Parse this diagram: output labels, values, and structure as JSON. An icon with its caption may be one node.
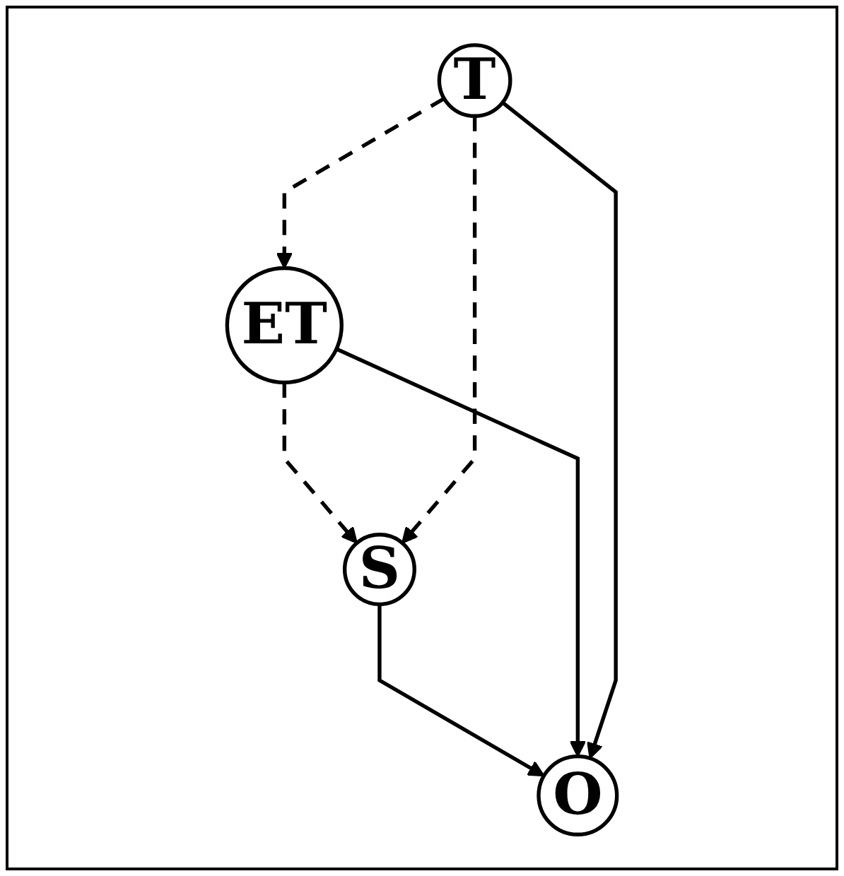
{
  "diagram": {
    "nodes": [
      {
        "text": [
          "S"
        ]
      },
      {
        "text": [
          "O"
        ]
      },
      {
        "text": [
          "ET"
        ]
      },
      {
        "text": [
          "T"
        ]
      }
    ],
    "edges": [
      {
        "from": 0,
        "to": 1,
        "arrow": "to"
      },
      {
        "from": 2,
        "to": 0,
        "arrow": "to",
        "style": "dashed"
      },
      {
        "from": 3,
        "to": 0,
        "arrow": "to",
        "style": "dashed"
      },
      {
        "from": 2,
        "to": 1,
        "arrow": "to"
      },
      {
        "from": 3,
        "to": 1,
        "arrow": "to"
      },
      {
        "from": 3,
        "to": 2,
        "arrow": "to",
        "style": "dashed"
      }
    ]
  }
}
